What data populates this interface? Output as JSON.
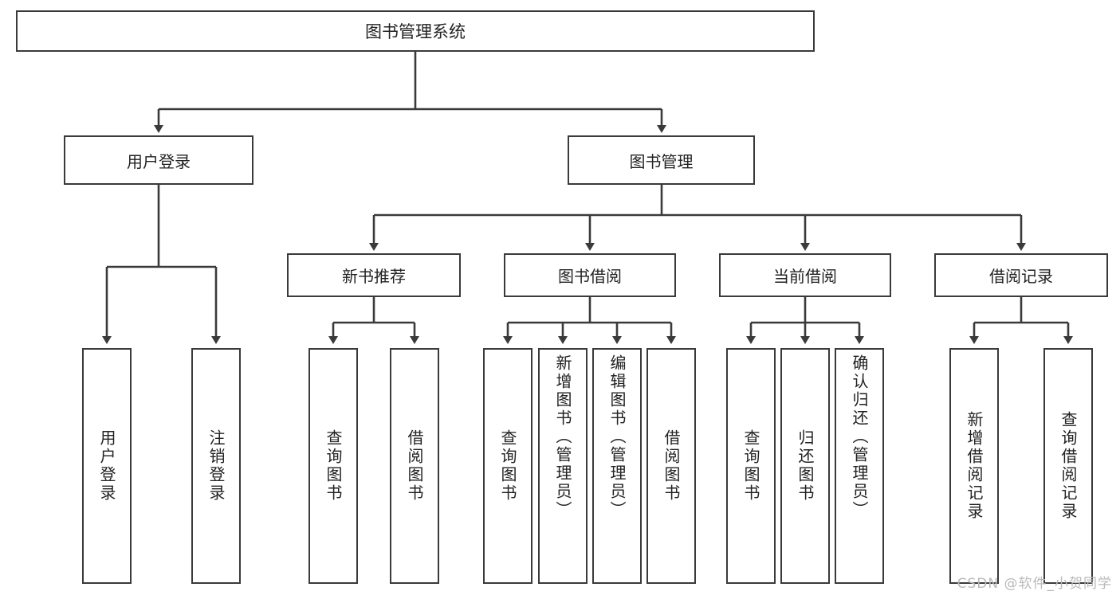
{
  "diagram": {
    "title": "图书管理系统",
    "type": "tree",
    "root": {
      "label": "图书管理系统"
    },
    "level2": [
      {
        "label": "用户登录"
      },
      {
        "label": "图书管理"
      }
    ],
    "level3": [
      {
        "label": "新书推荐"
      },
      {
        "label": "图书借阅"
      },
      {
        "label": "当前借阅"
      },
      {
        "label": "借阅记录"
      }
    ],
    "leaves": [
      {
        "label": "用户登录"
      },
      {
        "label": "注销登录"
      },
      {
        "label": "查询图书"
      },
      {
        "label": "借阅图书"
      },
      {
        "label": "查询图书"
      },
      {
        "label": "新增图书（管理员）"
      },
      {
        "label": "编辑图书（管理员）"
      },
      {
        "label": "借阅图书"
      },
      {
        "label": "查询图书"
      },
      {
        "label": "归还图书"
      },
      {
        "label": "确认归还（管理员）"
      },
      {
        "label": "新增借阅记录"
      },
      {
        "label": "查询借阅记录"
      }
    ]
  },
  "watermark": {
    "text": "CSDN @软件_小贺同学"
  },
  "colors": {
    "stroke": "#3a3a3a",
    "background": "#ffffff",
    "text": "#222222",
    "watermark": "#b9b9b9"
  }
}
